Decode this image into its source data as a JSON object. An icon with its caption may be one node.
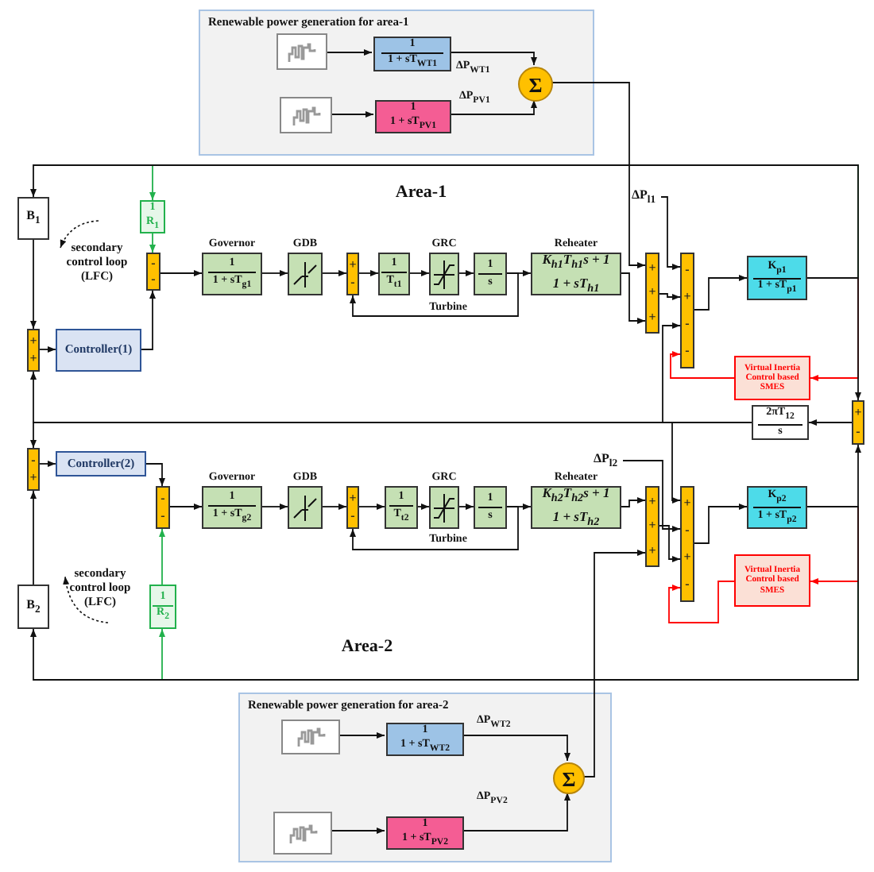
{
  "diagram": {
    "nodes": [
      {
        "text": [
          "Renewable power generation for area-1"
        ]
      },
      {
        "text": [],
        "shape": "picture",
        "in": 0
      },
      {
        "text": [
          "1",
          "1 + sT$_{WT1}$"
        ],
        "in": 0
      },
      {
        "text": [],
        "shape": "picture",
        "in": 0
      },
      {
        "text": [
          "1",
          "1 + sT$_{PV1}$"
        ],
        "in": 0
      },
      {
        "text": [
          "Σ"
        ],
        "in": 0
      },
      {
        "text": [
          "B$_{1}$"
        ]
      },
      {
        "text": [
          "1",
          "R$_{1}$"
        ]
      },
      {
        "text": [
          "-",
          "-"
        ]
      },
      {
        "text": [
          "Controller(1)"
        ]
      },
      {
        "text": [
          "+",
          "+"
        ]
      },
      {
        "text": [
          "1",
          "1 + sT$_{g1}$"
        ],
        "beside": [
          "Governor"
        ]
      },
      {
        "text": [],
        "shape": "box",
        "beside": [
          "GDB"
        ]
      },
      {
        "text": [
          "+",
          "-"
        ]
      },
      {
        "text": [
          "1",
          "T$_{t1}$"
        ]
      },
      {
        "text": [],
        "shape": "box",
        "beside": [
          "GRC"
        ]
      },
      {
        "text": [
          "1",
          "s"
        ]
      },
      {
        "text": [
          "K$_{h1}$T$_{h1}$s + 1",
          "1 + sT$_{h1}$"
        ],
        "beside": [
          "Reheater"
        ]
      },
      {
        "text": [
          "ΔP$_{l1}$"
        ]
      },
      {
        "text": [
          "+",
          "+",
          "+"
        ]
      },
      {
        "text": [
          "-",
          "+",
          "-",
          "-"
        ]
      },
      {
        "text": [
          "K$_{p1}$",
          "1 + sT$_{p1}$"
        ]
      },
      {
        "text": [
          "Virtual Inertia Control based SMES"
        ]
      },
      {
        "text": [
          "+",
          "-"
        ]
      },
      {
        "text": [
          "2πT$_{12}$",
          "s"
        ]
      },
      {
        "text": [
          "-",
          "+"
        ]
      },
      {
        "text": [
          "Controller(2)"
        ]
      },
      {
        "text": [
          "-",
          "-"
        ]
      },
      {
        "text": [
          "1",
          "1 + sT$_{g2}$"
        ],
        "beside": [
          "Governor"
        ]
      },
      {
        "text": [],
        "shape": "box",
        "beside": [
          "GDB"
        ]
      },
      {
        "text": [
          "+",
          "-"
        ]
      },
      {
        "text": [
          "1",
          "T$_{t2}$"
        ]
      },
      {
        "text": [],
        "shape": "box",
        "beside": [
          "GRC"
        ]
      },
      {
        "text": [
          "1",
          "s"
        ]
      },
      {
        "text": [
          "K$_{h2}$T$_{h2}$s + 1",
          "1 + sT$_{h2}$"
        ],
        "beside": [
          "Reheater"
        ]
      },
      {
        "text": [
          "ΔP$_{l2}$"
        ]
      },
      {
        "text": [
          "+",
          "+",
          "+"
        ]
      },
      {
        "text": [
          "+",
          "-",
          "+",
          "-"
        ]
      },
      {
        "text": [
          "K$_{p2}$",
          "1 + sT$_{p2}$"
        ]
      },
      {
        "text": [
          "Virtual Inertia Control based SMES"
        ]
      },
      {
        "text": [
          "B$_{2}$"
        ]
      },
      {
        "text": [
          "1",
          "R$_{2}$"
        ]
      },
      {
        "text": [
          "Renewable power generation for area-2"
        ]
      },
      {
        "text": [],
        "shape": "picture",
        "in": 42
      },
      {
        "text": [
          "1",
          "1 + sT$_{WT2}$"
        ],
        "in": 42
      },
      {
        "text": [],
        "shape": "picture",
        "in": 42
      },
      {
        "text": [
          "1",
          "1 + sT$_{PV2}$"
        ],
        "in": 42
      },
      {
        "text": [
          "Σ"
        ],
        "in": 42
      }
    ],
    "edges": [
      {
        "from": 1,
        "to": 2,
        "arrow": "to"
      },
      {
        "from": 3,
        "to": 4,
        "arrow": "to"
      },
      {
        "from": 2,
        "to": 5,
        "arrow": "to",
        "label": "ΔP$_{WT1}$"
      },
      {
        "from": 4,
        "to": 5,
        "arrow": "to",
        "label": "ΔP$_{PV1}$"
      },
      {
        "from": 5,
        "to": 19,
        "arrow": "to"
      },
      {
        "from": 21,
        "to": 6,
        "arrow": "to"
      },
      {
        "from": 21,
        "to": 7,
        "arrow": "to",
        "color": "#22b14c"
      },
      {
        "from": 21,
        "to": 22,
        "arrow": "to",
        "color": "#ff0000"
      },
      {
        "from": 21,
        "to": 23,
        "arrow": "to"
      },
      {
        "from": 6,
        "to": 10,
        "arrow": "to"
      },
      {
        "from": 10,
        "to": 9,
        "arrow": "to"
      },
      {
        "from": 9,
        "to": 8,
        "arrow": "to"
      },
      {
        "from": 7,
        "to": 8,
        "arrow": "to",
        "color": "#22b14c"
      },
      {
        "from": 8,
        "to": 11,
        "arrow": "to"
      },
      {
        "from": 11,
        "to": 12,
        "arrow": "to"
      },
      {
        "from": 12,
        "to": 13,
        "arrow": "to"
      },
      {
        "from": 13,
        "to": 14,
        "arrow": "to"
      },
      {
        "from": 14,
        "to": 15,
        "arrow": "to"
      },
      {
        "from": 15,
        "to": 16,
        "arrow": "to"
      },
      {
        "from": 16,
        "to": 17,
        "arrow": "to"
      },
      {
        "from": 16,
        "to": 13,
        "arrow": "to"
      },
      {
        "from": 17,
        "to": 19,
        "arrow": "to"
      },
      {
        "from": 18,
        "to": 20,
        "arrow": "to"
      },
      {
        "from": 19,
        "to": 20,
        "arrow": "to"
      },
      {
        "from": 24,
        "to": 20,
        "arrow": "to"
      },
      {
        "from": 20,
        "to": 21,
        "arrow": "to"
      },
      {
        "from": 22,
        "to": 20,
        "arrow": "to",
        "color": "#ff0000"
      },
      {
        "from": 23,
        "to": 24,
        "arrow": "to"
      },
      {
        "from": 24,
        "to": 10,
        "arrow": "to"
      },
      {
        "from": 24,
        "to": 25,
        "arrow": "to"
      },
      {
        "from": 24,
        "to": 37,
        "arrow": "to"
      },
      {
        "from": 25,
        "to": 26,
        "arrow": "to"
      },
      {
        "from": 26,
        "to": 27,
        "arrow": "to"
      },
      {
        "from": 41,
        "to": 27,
        "arrow": "to",
        "color": "#22b14c"
      },
      {
        "from": 27,
        "to": 28,
        "arrow": "to"
      },
      {
        "from": 28,
        "to": 29,
        "arrow": "to"
      },
      {
        "from": 29,
        "to": 30,
        "arrow": "to"
      },
      {
        "from": 30,
        "to": 31,
        "arrow": "to"
      },
      {
        "from": 31,
        "to": 32,
        "arrow": "to"
      },
      {
        "from": 32,
        "to": 33,
        "arrow": "to"
      },
      {
        "from": 33,
        "to": 30,
        "arrow": "to"
      },
      {
        "from": 33,
        "to": 34,
        "arrow": "to"
      },
      {
        "from": 34,
        "to": 36,
        "arrow": "to"
      },
      {
        "from": 47,
        "to": 36,
        "arrow": "to"
      },
      {
        "from": 35,
        "to": 37,
        "arrow": "to"
      },
      {
        "from": 36,
        "to": 37,
        "arrow": "to"
      },
      {
        "from": 37,
        "to": 38,
        "arrow": "to"
      },
      {
        "from": 38,
        "to": 23,
        "arrow": "to"
      },
      {
        "from": 38,
        "to": 40,
        "arrow": "to"
      },
      {
        "from": 38,
        "to": 41,
        "arrow": "to",
        "color": "#22b14c"
      },
      {
        "from": 38,
        "to": 39,
        "arrow": "to",
        "color": "#ff0000"
      },
      {
        "from": 39,
        "to": 37,
        "arrow": "to",
        "color": "#ff0000"
      },
      {
        "from": 40,
        "to": 25,
        "arrow": "to"
      },
      {
        "from": 43,
        "to": 44,
        "arrow": "to"
      },
      {
        "from": 45,
        "to": 46,
        "arrow": "to"
      },
      {
        "from": 44,
        "to": 47,
        "arrow": "to",
        "label": "ΔP$_{WT2}$"
      },
      {
        "from": 46,
        "to": 47,
        "arrow": "to",
        "label": "ΔP$_{PV2}$"
      }
    ],
    "labels": [
      "Area-1",
      "secondary control loop (LFC)",
      "Turbine",
      "Turbine",
      "secondary control loop (LFC)",
      "Area-2"
    ]
  }
}
